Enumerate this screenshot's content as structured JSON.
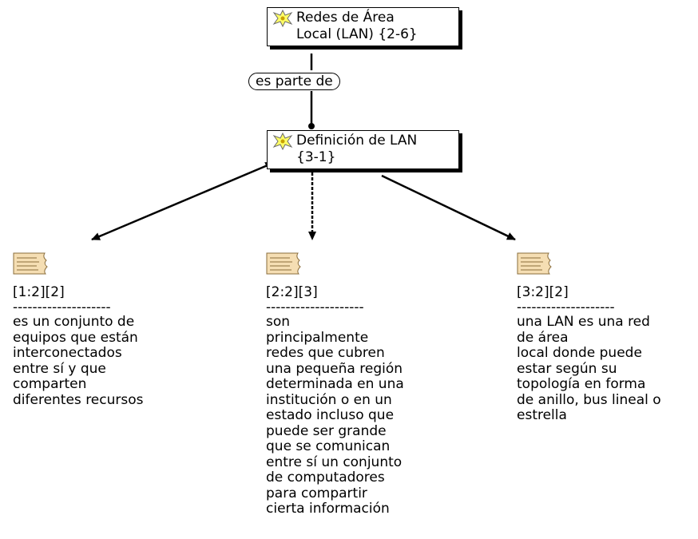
{
  "concepts": [
    {
      "id": "lan",
      "lines": "Redes de Área\nLocal (LAN) {2-6}",
      "icon": "concept-star-icon"
    },
    {
      "id": "def",
      "lines": "Definición de LAN\n{3-1}",
      "icon": "concept-star-icon"
    }
  ],
  "relation": {
    "label": "es parte de"
  },
  "quotes": [
    {
      "ref": "[1:2][2]",
      "sep": "--------------------",
      "text": "es un conjunto de\nequipos que están\ninterconectados\nentre sí y que\ncomparten\ndiferentes recursos",
      "icon": "quotation-note-icon"
    },
    {
      "ref": "[2:2][3]",
      "sep": "--------------------",
      "text": "son\nprincipalmente\nredes que cubren\nuna pequeña región\ndeterminada en una\ninstitución o en un\nestado incluso que\npuede ser grande\nque se comunican\nentre sí un conjunto\nde computadores\npara compartir\ncierta información",
      "icon": "quotation-note-icon"
    },
    {
      "ref": "[3:2][2]",
      "sep": "--------------------",
      "text": "una LAN es una red\nde área\nlocal donde puede\nestar según su\ntopología en forma\nde anillo, bus lineal o\nestrella",
      "icon": "quotation-note-icon"
    }
  ],
  "colors": {
    "note_fill": "#f5deb3",
    "star_fill": "#ffff66",
    "line": "#000000"
  }
}
